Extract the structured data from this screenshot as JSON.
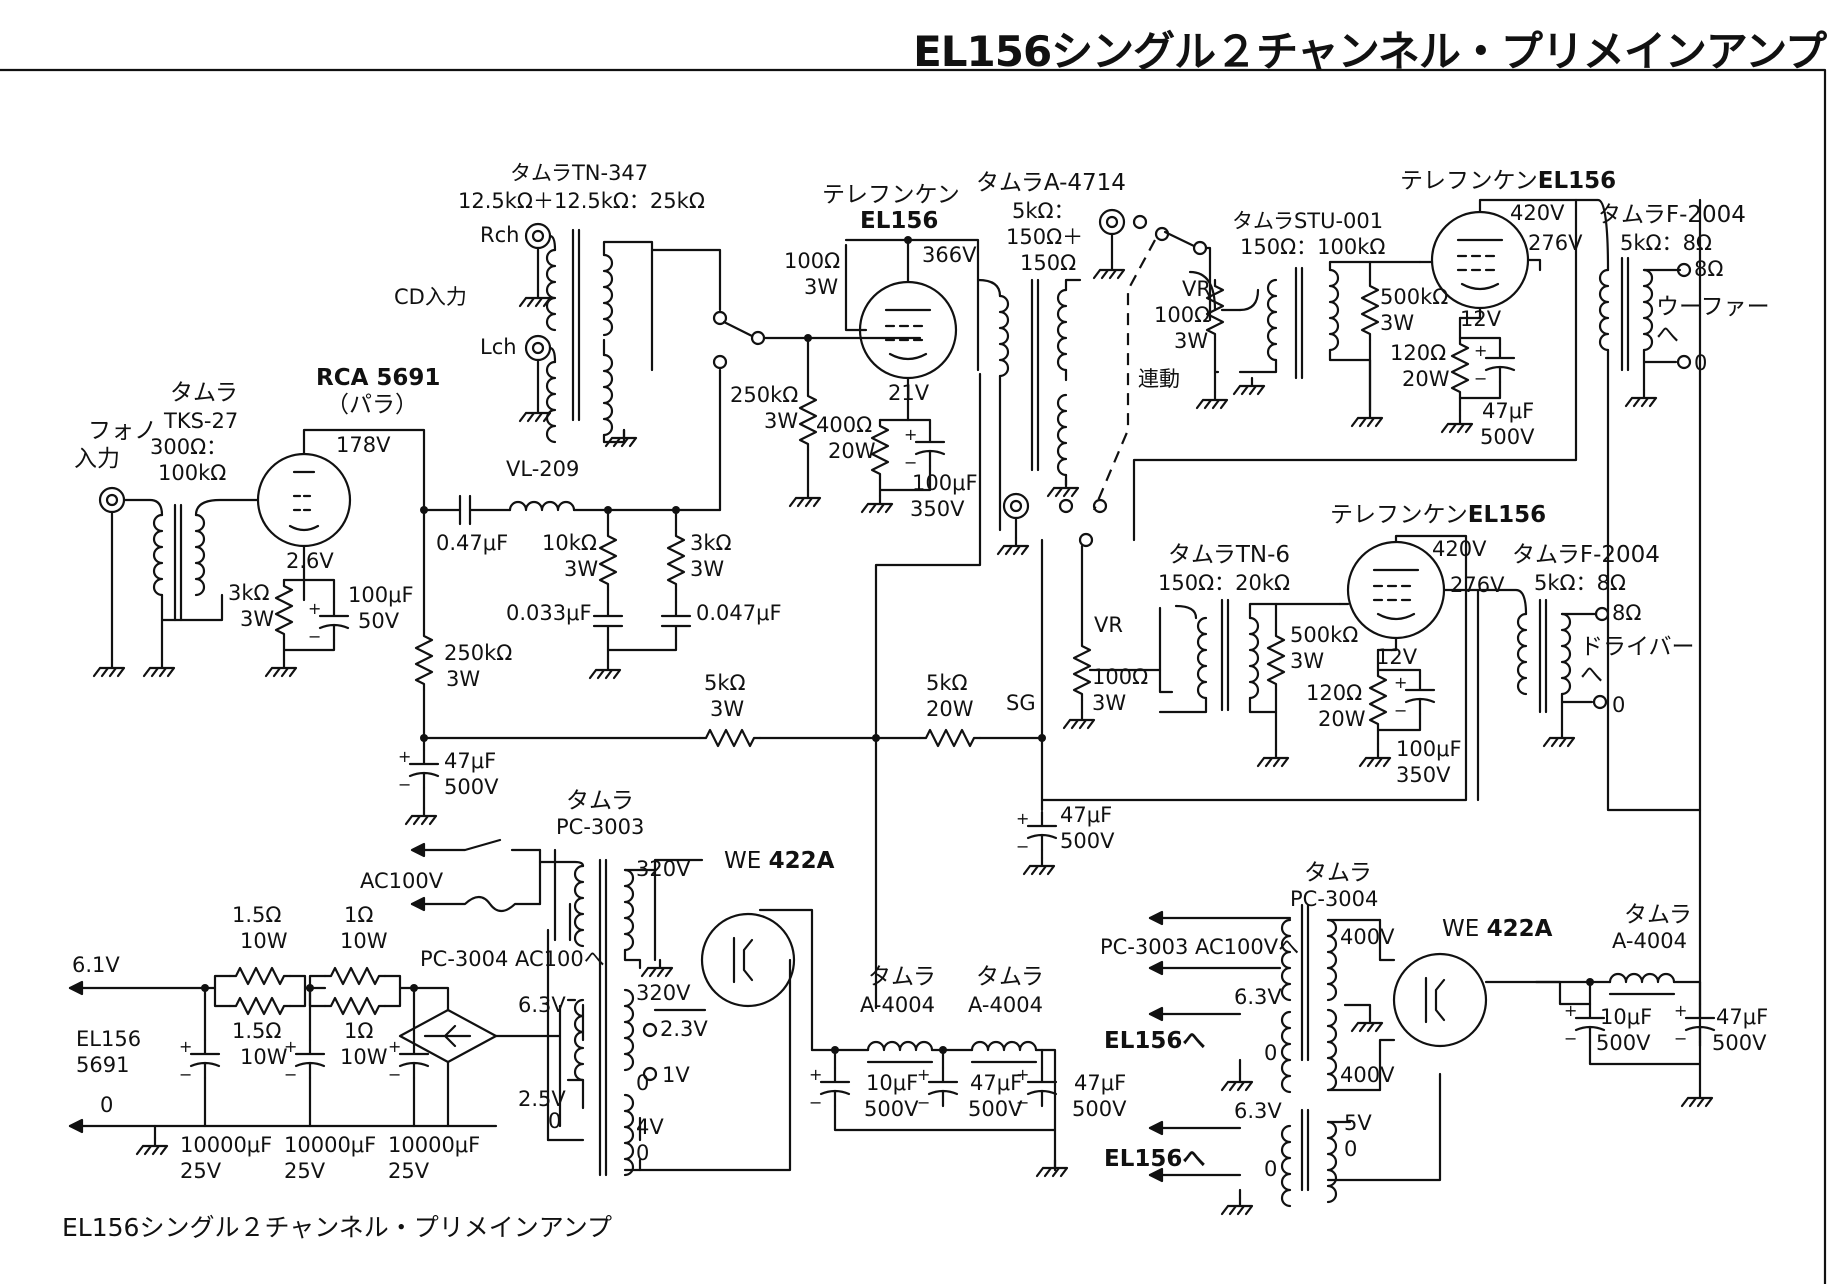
{
  "header": {
    "title": "EL156シングル２チャンネル・プリメインアンプ"
  },
  "caption": "EL156シングル２チャンネル・プリメインアンプ",
  "labels": {
    "phono_in": "フォノ\n入力",
    "tks27": "タムラ\nTKS-27\n300Ω：\n100kΩ",
    "rca5691": "RCA 5691",
    "para": "（パラ）",
    "v178": "178V",
    "v26": "2.6V",
    "rk_3k": "3kΩ\n3W",
    "c100u50": "100μF\n50V",
    "cd_in": "CD入力",
    "rch": "Rch",
    "lch": "Lch",
    "tn347": "タムラTN-347\n12.5kΩ＋12.5kΩ：25kΩ",
    "c047": "0.47μF",
    "vl209": "VL-209",
    "r10k": "10kΩ\n3W",
    "r3k_eq": "3kΩ\n3W",
    "c033": "0.033μF",
    "c047b": "0.047μF",
    "r250k_a": "250kΩ\n3W",
    "r250k_b": "250kΩ\n3W",
    "r100_3w": "100Ω\n3W",
    "tel_el156_1": "テレフンケン\nEL156",
    "v366": "366V",
    "v21": "21V",
    "r400": "400Ω\n20W",
    "c100u350_a": "100μF\n350V",
    "a4714": "タムラA-4714\n5kΩ：\n150Ω＋\n150Ω",
    "rendou": "連動",
    "stu001": "タムラSTU-001\n150Ω：100kΩ",
    "vr100_a": "VR\n100Ω\n3W",
    "r500k_a": "500kΩ\n3W",
    "tel_el156_2": "テレフンケンEL156",
    "v420_a": "420V",
    "v276_a": "276V",
    "v12_a": "12V",
    "r120_a": "120Ω\n20W",
    "c47_500_a": "47μF\n500V",
    "f2004_a": "タムラF-2004\n5kΩ：8Ω",
    "woofer": "ウーファー\nへ",
    "o8a": "8Ω",
    "o0a": "0",
    "tel_el156_3": "テレフンケンEL156",
    "tn6": "タムラTN-6\n150Ω：20kΩ",
    "vr100_b": "VR\n100Ω\n3W",
    "r500k_b": "500kΩ\n3W",
    "v420_b": "420V",
    "v276_b": "276V",
    "v12_b": "12V",
    "r120_b": "120Ω\n20W",
    "c100u350_b": "100μF\n350V",
    "f2004_b": "タムラF-2004\n5kΩ：8Ω",
    "driver": "ドライバー\nへ",
    "o8b": "8Ω",
    "o0b": "0",
    "r5k3w": "5kΩ\n3W",
    "r5k20w": "5kΩ\n20W",
    "sg": "SG",
    "c47_500_b": "47μF\n500V",
    "c47_500_c": "47μF\n500V",
    "pc3003": "タムラ\nPC-3003",
    "ac100": "AC100V",
    "pc3004_ac": "PC-3004 AC100へ",
    "v320a": "320V",
    "v320b": "320V",
    "we422a_1": "WE 422A",
    "v63_a": "6.3V",
    "v25": "2.5V",
    "z0_a": "0",
    "v23": "2.3V",
    "z0_b": "0",
    "v1": "1V",
    "v4": "4V",
    "z0_c": "0",
    "v61": "6.1V",
    "el156_5691": "EL156\n5691",
    "z0_d": "0",
    "r15a": "1.5Ω\n10W",
    "r15b": "1.5Ω\n10W",
    "r1a": "1Ω\n10W",
    "r1b": "1Ω\n10W",
    "c10000_a": "10000μF\n25V",
    "c10000_b": "10000μF\n25V",
    "c10000_c": "10000μF\n25V",
    "a4004_a": "タムラ\nA-4004",
    "a4004_b": "タムラ\nA-4004",
    "c10_500_a": "10μF\n500V",
    "c47_500_d": "47μF\n500V",
    "c47_500_e": "47μF\n500V",
    "pc3004": "タムラ\nPC-3004",
    "pc3003_ac": "PC-3003 AC100Vへ",
    "v400a": "400V",
    "v400b": "400V",
    "we422a_2": "WE 422A",
    "v63_b": "6.3V",
    "el156_to_a": "EL156へ",
    "z0_e": "0",
    "v63_c": "6.3V",
    "el156_to_b": "EL156へ",
    "z0_f": "0",
    "v5": "5V",
    "z0_g": "0",
    "a4004_c": "タムラ\nA-4004",
    "c10_500_b": "10μF\n500V",
    "c47_500_f": "47μF\n500V"
  }
}
